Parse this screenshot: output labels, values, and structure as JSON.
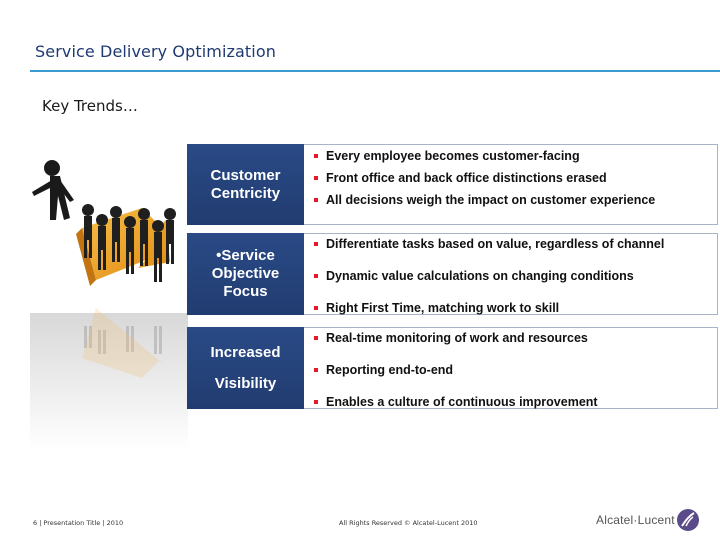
{
  "header": {
    "title": "Service Delivery Optimization",
    "subtitle": "Key Trends…"
  },
  "trends": [
    {
      "label_lines": [
        "Customer",
        "Centricity"
      ],
      "items": [
        "Every employee becomes customer-facing",
        "Front office and back office distinctions erased",
        "All decisions weigh the impact on customer experience"
      ]
    },
    {
      "label_lines": [
        "•Service",
        "Objective",
        "Focus"
      ],
      "items": [
        "Differentiate tasks based on value, regardless of channel",
        "Dynamic value calculations on changing conditions",
        "Right First Time, matching work to skill"
      ]
    },
    {
      "label_lines": [
        "Increased",
        "Visibility"
      ],
      "items": [
        "Real-time monitoring of work and resources",
        "Reporting end-to-end",
        "Enables a culture of continuous improvement"
      ]
    }
  ],
  "footer": {
    "left": "6 | Presentation Title | 2010",
    "center": "All Rights Reserved © Alcatel-Lucent 2010",
    "logo_text": "Alcatel·Lucent"
  },
  "colors": {
    "title": "#1f3a73",
    "rule": "#3a9bd0",
    "label_fill": "#213c70",
    "bullet": "#e8182a",
    "arrow": "#f0a020"
  },
  "icons": {
    "illustration": "leader-figure-with-followers-on-arrow",
    "logo": "alcatel-lucent-logo"
  }
}
